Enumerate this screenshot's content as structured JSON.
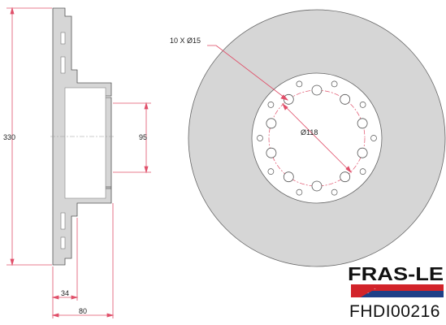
{
  "side_view": {
    "dimensions": {
      "overall_diameter": "330",
      "hub_diameter": "95",
      "disc_thickness": "34",
      "overall_height": "80"
    }
  },
  "front_view": {
    "bolt_holes_label": "10 X Ø15",
    "pitch_circle_label": "Ø118",
    "bolt_hole_count": 10,
    "small_hole_count": 10
  },
  "brand": {
    "name": "FRAS-LE",
    "part_number": "FHDI00216",
    "colors": {
      "red": "#d2232a",
      "blue": "#1f3f87",
      "black": "#111111",
      "disc_gray": "#d6d6d6",
      "dimension_red": "#e0506a"
    }
  }
}
